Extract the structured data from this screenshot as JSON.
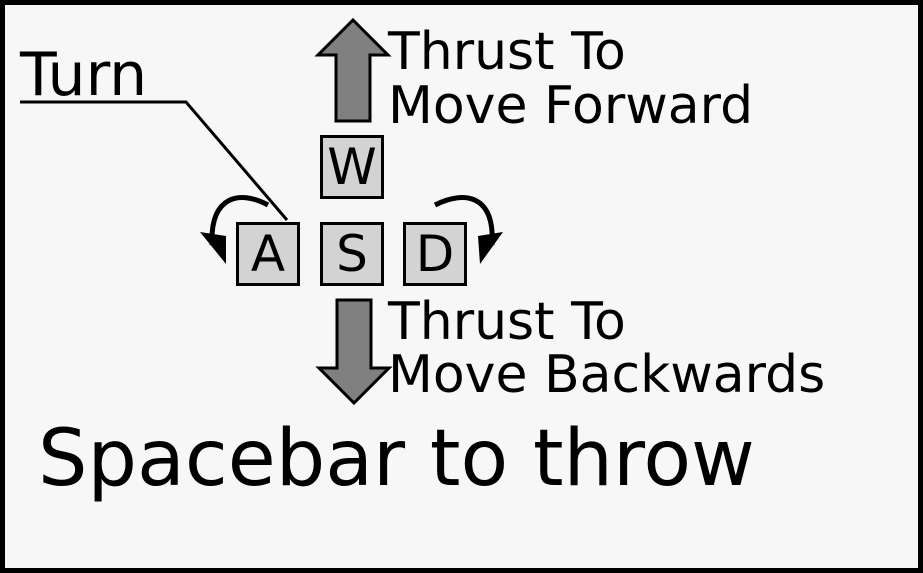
{
  "labels": {
    "turn": "Turn",
    "forward_line1": "Thrust To",
    "forward_line2": "Move Forward",
    "backward_line1": "Thrust To",
    "backward_line2": "Move Backwards",
    "spacebar": "Spacebar to throw"
  },
  "keys": {
    "w": "W",
    "a": "A",
    "s": "S",
    "d": "D"
  },
  "colors": {
    "background": "#f7f7f7",
    "border": "#000000",
    "key_fill": "#d3d3d3",
    "arrow_fill": "#808080"
  },
  "icons": {
    "forward": "up-arrow-icon",
    "backward": "down-arrow-icon",
    "turn_left": "curved-arrow-left-icon",
    "turn_right": "curved-arrow-right-icon"
  }
}
